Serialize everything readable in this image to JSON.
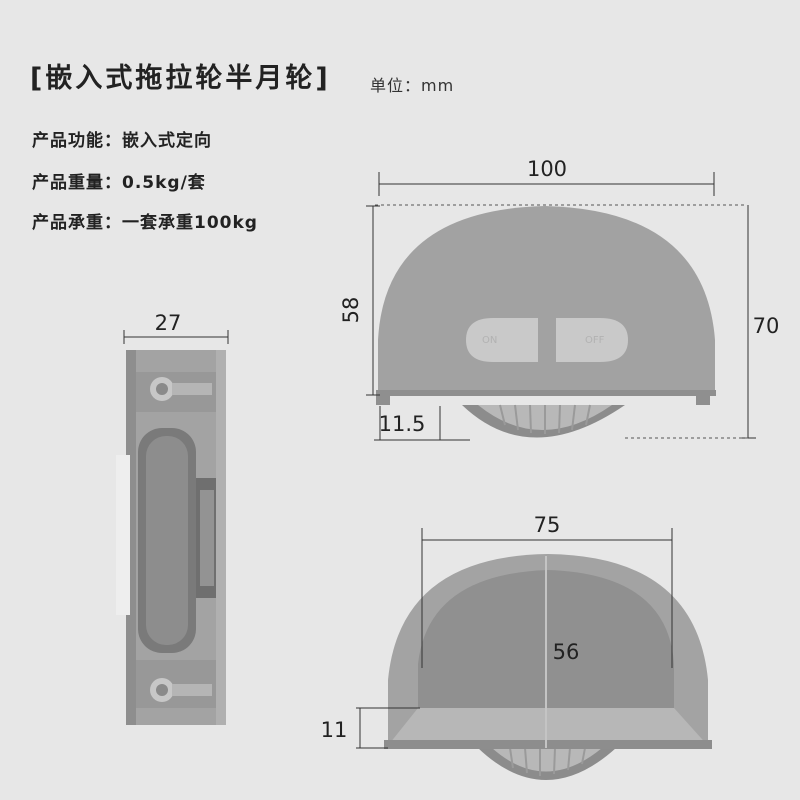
{
  "header": {
    "title": "[嵌入式拖拉轮半月轮]",
    "unit": "单位：mm"
  },
  "specs": [
    {
      "label": "产品功能",
      "value": "嵌入式定向"
    },
    {
      "label": "产品重量",
      "value": "0.5kg/套"
    },
    {
      "label": "产品承重",
      "value": "一套承重100kg"
    }
  ],
  "front_view": {
    "width": "100",
    "height": "70",
    "body_height": "58",
    "offset": "11.5",
    "on_label": "ON",
    "off_label": "OFF"
  },
  "side_view": {
    "width": "27"
  },
  "bottom_view": {
    "width": "75",
    "height": "56",
    "offset": "11"
  },
  "colors": {
    "background": "#e7e7e7",
    "body": "#a2a2a2",
    "body_shade": "#8f8f8f",
    "button": "#c9c9c9",
    "wheel": "#8c8c8c"
  }
}
